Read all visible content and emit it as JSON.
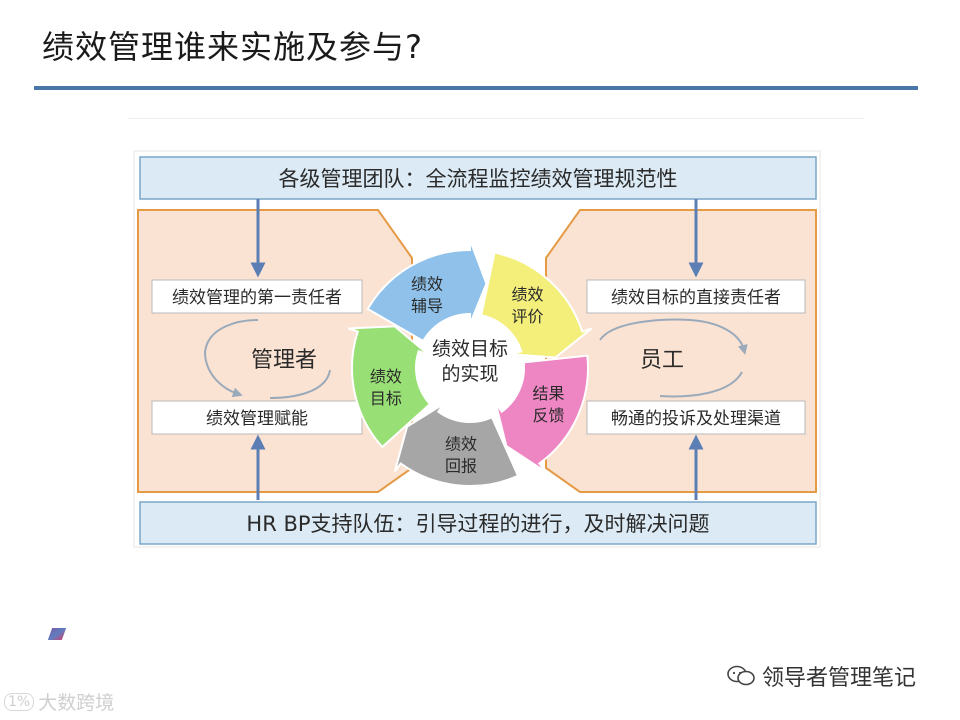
{
  "header": {
    "title": "绩效管理谁来实施及参与?"
  },
  "diagram": {
    "top_banner": "各级管理团队：全流程监控绩效管理规范性",
    "bottom_banner": "HR BP支持队伍：引导过程的进行，及时解决问题",
    "left_panel": {
      "role": "管理者",
      "upper_box": "绩效管理的第一责任者",
      "lower_box": "绩效管理赋能"
    },
    "right_panel": {
      "role": "员工",
      "upper_box": "绩效目标的直接责任者",
      "lower_box": "畅通的投诉及处理渠道"
    },
    "cycle": {
      "center_line1": "绩效目标",
      "center_line2": "的实现",
      "segments": [
        {
          "line1": "绩效",
          "line2": "辅导",
          "color": "#8fc1ea"
        },
        {
          "line1": "绩效",
          "line2": "评价",
          "color": "#f3ef7a"
        },
        {
          "line1": "结果",
          "line2": "反馈",
          "color": "#ef86c4"
        },
        {
          "line1": "绩效",
          "line2": "回报",
          "color": "#a6a6a6"
        },
        {
          "line1": "绩效",
          "line2": "目标",
          "color": "#98df76"
        }
      ]
    }
  },
  "watermark": {
    "left_logo": "1%",
    "left_text": "大数跨境",
    "right_text": "领导者管理笔记"
  }
}
